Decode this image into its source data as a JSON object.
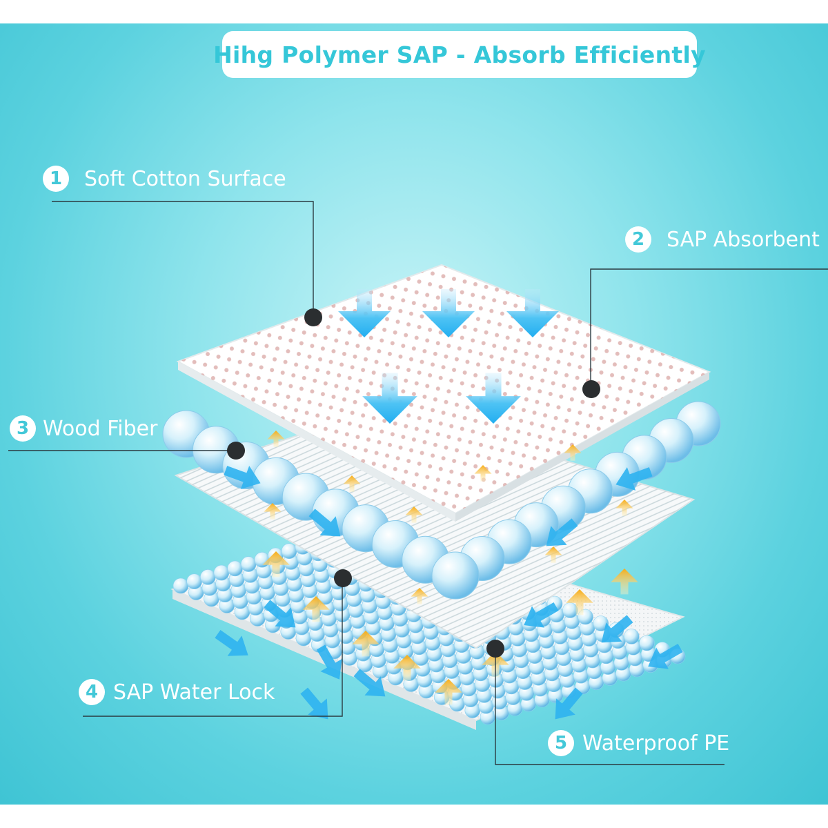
{
  "title": "Hihg Polymer SAP - Absorb Efficiently",
  "layers": [
    {
      "number": "1",
      "label": "Soft Cotton Surface"
    },
    {
      "number": "2",
      "label": "SAP Absorbent"
    },
    {
      "number": "3",
      "label": "Wood Fiber"
    },
    {
      "number": "4",
      "label": "SAP Water Lock"
    },
    {
      "number": "5",
      "label": "Waterproof PE"
    }
  ],
  "colors": {
    "background": "#5cd2df",
    "title_text": "#35c7d8",
    "flow_arrow": "#33b5f0",
    "up_arrow": "#f7b522",
    "bead": "#7cc9ee",
    "leader_line": "#2b3a40"
  }
}
